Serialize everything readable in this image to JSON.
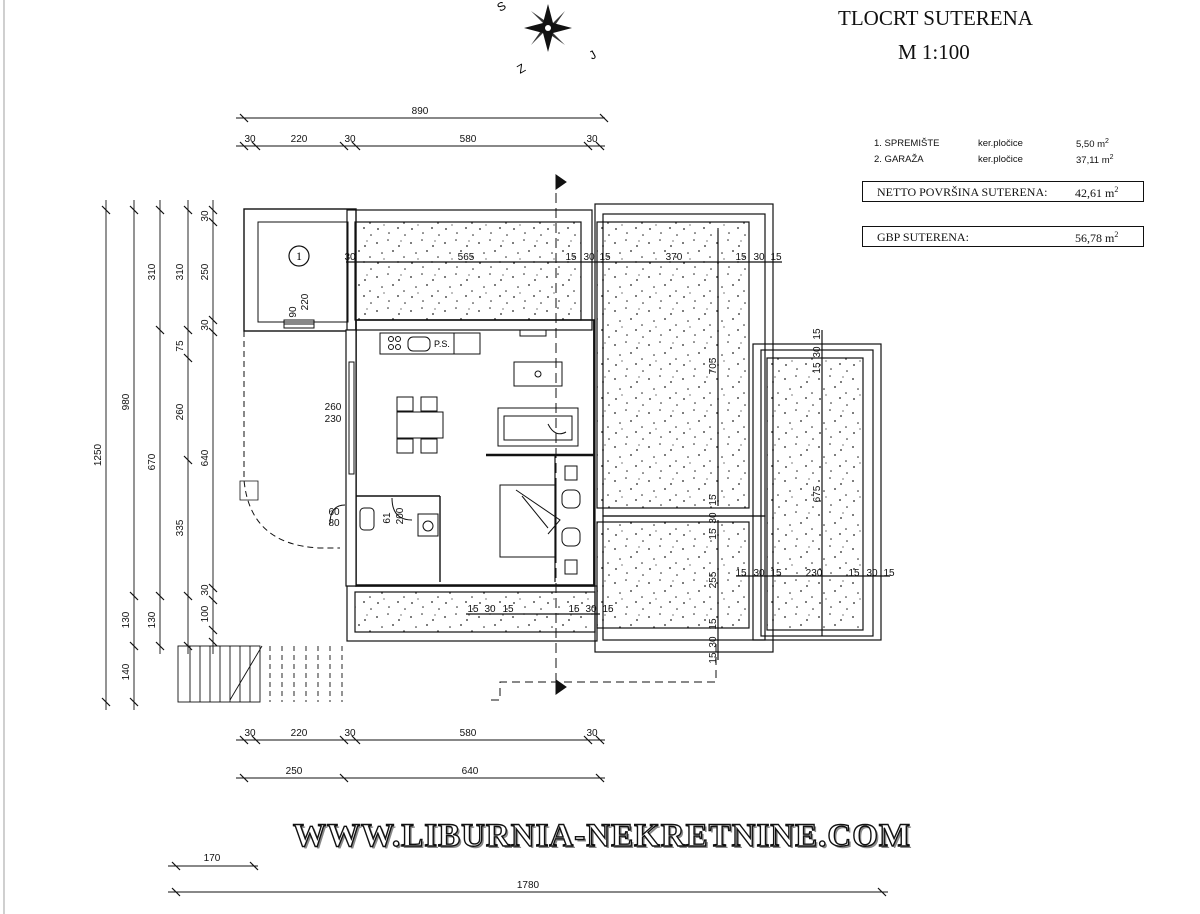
{
  "title": {
    "line1": "TLOCRT SUTERENA",
    "line2": "M 1:100"
  },
  "compass": {
    "labels": [
      "S",
      "Z",
      "J"
    ]
  },
  "legend": {
    "rows": [
      {
        "name": "1. SPREMIŠTE",
        "material": "ker.pločice",
        "area": "5,50 m",
        "sup": "2"
      },
      {
        "name": "2. GARAŽA",
        "material": "ker.pločice",
        "area": "37,11 m",
        "sup": "2"
      }
    ]
  },
  "netto": {
    "label": "NETTO POVRŠINA SUTERENA:",
    "value": "42,61  m",
    "sup": "2"
  },
  "gbp": {
    "label": "GBP  SUTERENA:",
    "value": "56,78  m",
    "sup": "2"
  },
  "room_marker": "1",
  "appliance_label": "P.S.",
  "watermark": "WWW.LIBURNIA-NEKRETNINE.COM",
  "dims": {
    "top_total": "890",
    "top_parts": [
      "30",
      "220",
      "30",
      "580",
      "30"
    ],
    "bottom_parts": [
      "30",
      "220",
      "30",
      "580",
      "30"
    ],
    "bottom_mid": [
      "250",
      "640"
    ],
    "bottom_small": "170",
    "bottom_total": "1780",
    "left_1250": "1250",
    "left_980": "980",
    "left_col2": [
      "310",
      "670",
      "130",
      "140"
    ],
    "left_col3": [
      "310",
      "260",
      "335",
      "130"
    ],
    "left_col4": [
      "250",
      "640"
    ],
    "left_small": [
      "30",
      "75",
      "30",
      "100",
      "30"
    ],
    "storage_inner": [
      "90",
      "220"
    ],
    "wall_260_230": [
      "260",
      "230"
    ],
    "door_60_80": [
      "60",
      "80"
    ],
    "bath_61_200": [
      "61",
      "200"
    ],
    "terrace_top": [
      "30",
      "565",
      "15",
      "30",
      "15",
      "370",
      "15",
      "30",
      "15"
    ],
    "terrace_705": "705",
    "terrace_255": "255",
    "terrace_675": "675",
    "terrace_230": [
      "15",
      "30",
      "15",
      "230",
      "15",
      "30",
      "15"
    ],
    "terrace_bottom": [
      "15",
      "30",
      "15",
      "15",
      "30",
      "15"
    ],
    "vertical_15_30_15_a": [
      "15",
      "30",
      "15"
    ],
    "vertical_15_30_15_b": [
      "15",
      "30",
      "15"
    ],
    "vertical_15_30_15_c": [
      "15",
      "30",
      "15"
    ]
  }
}
